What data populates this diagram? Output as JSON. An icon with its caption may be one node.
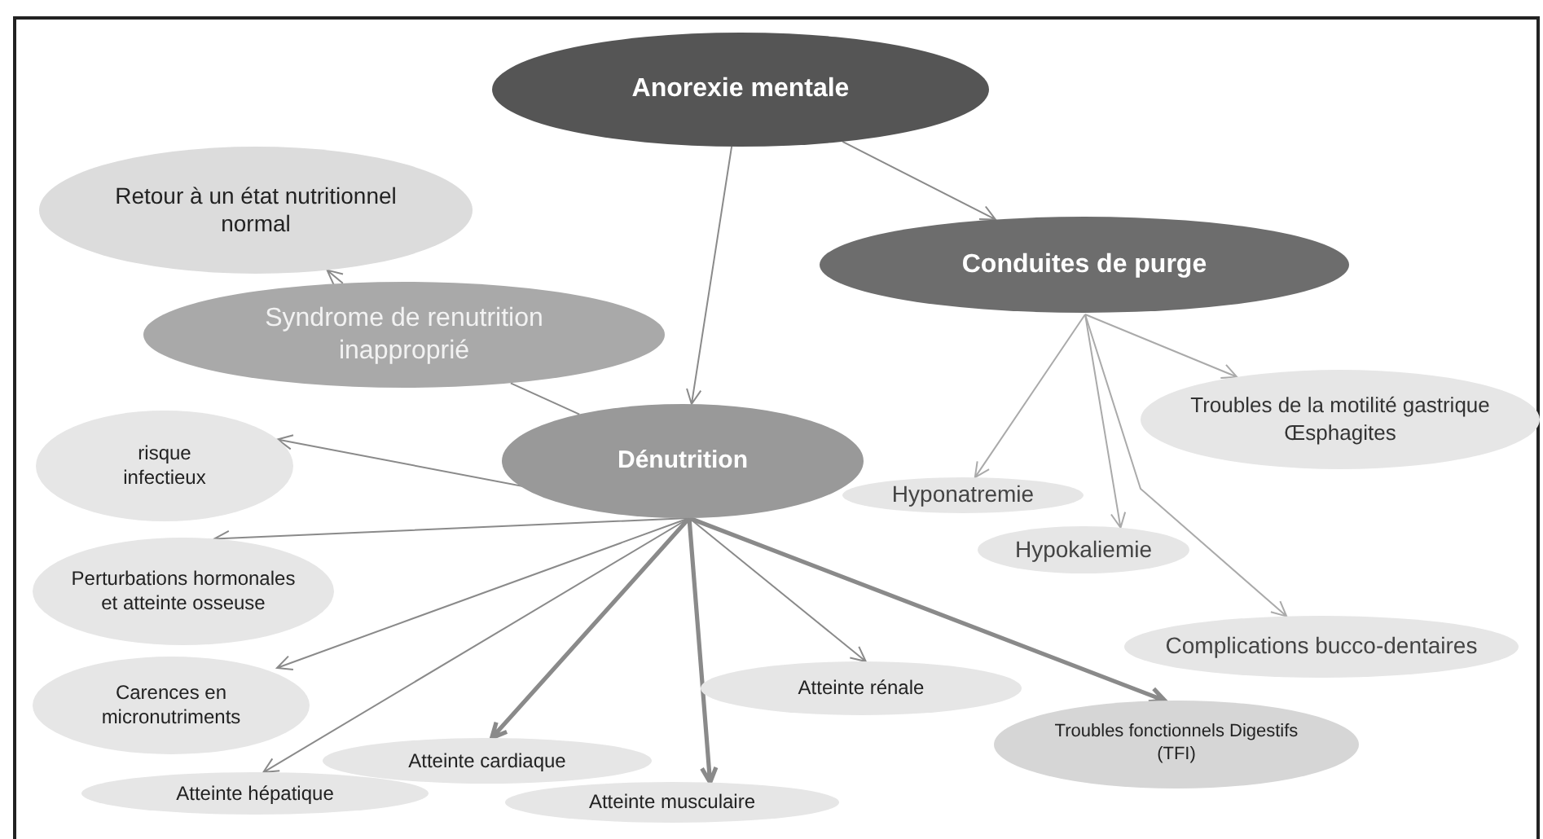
{
  "diagram": {
    "nodes": [
      {
        "text": [
          "Anorexie mentale"
        ]
      },
      {
        "text": [
          "Retour à un état nutritionnel normal"
        ]
      },
      {
        "text": [
          "Syndrome de renutrition inapproprié"
        ]
      },
      {
        "text": [
          "Conduites de purge"
        ]
      },
      {
        "text": [
          "Dénutrition"
        ]
      },
      {
        "text": [
          "Troubles de la motilité gastrique",
          "Œsphagites"
        ]
      },
      {
        "text": [
          "Hyponatremie"
        ]
      },
      {
        "text": [
          "Hypokaliemie"
        ]
      },
      {
        "text": [
          "Complications bucco-dentaires"
        ]
      },
      {
        "text": [
          "risque infectieux"
        ]
      },
      {
        "text": [
          "Perturbations hormonales et atteinte osseuse"
        ]
      },
      {
        "text": [
          "Carences en micronutriments"
        ]
      },
      {
        "text": [
          "Atteinte rénale"
        ]
      },
      {
        "text": [
          "Troubles fonctionnels Digestifs (TFI)"
        ]
      },
      {
        "text": [
          "Atteinte cardiaque"
        ]
      },
      {
        "text": [
          "Atteinte hépatique"
        ]
      },
      {
        "text": [
          "Atteinte musculaire"
        ]
      }
    ],
    "edges": [
      {
        "from": 0,
        "to": 3,
        "arrow": "to"
      },
      {
        "from": 0,
        "to": 4,
        "arrow": "to"
      },
      {
        "from": 2,
        "to": 1,
        "arrow": "to"
      },
      {
        "from": 2,
        "to": 4,
        "arrow": "none"
      },
      {
        "from": 3,
        "to": 5,
        "arrow": "to",
        "color": "#aaaaaa"
      },
      {
        "from": 3,
        "to": 6,
        "arrow": "to",
        "color": "#aaaaaa"
      },
      {
        "from": 3,
        "to": 7,
        "arrow": "to",
        "color": "#aaaaaa"
      },
      {
        "from": 3,
        "to": 8,
        "arrow": "to",
        "color": "#aaaaaa"
      },
      {
        "from": 4,
        "to": 9,
        "arrow": "to"
      },
      {
        "from": 4,
        "to": 10,
        "arrow": "to"
      },
      {
        "from": 4,
        "to": 11,
        "arrow": "to"
      },
      {
        "from": 4,
        "to": 15,
        "arrow": "to"
      },
      {
        "from": 4,
        "to": 14,
        "arrow": "to",
        "style": "thick"
      },
      {
        "from": 4,
        "to": 16,
        "arrow": "to",
        "style": "thick"
      },
      {
        "from": 4,
        "to": 12,
        "arrow": "to"
      },
      {
        "from": 4,
        "to": 13,
        "arrow": "to",
        "style": "thick"
      }
    ]
  }
}
